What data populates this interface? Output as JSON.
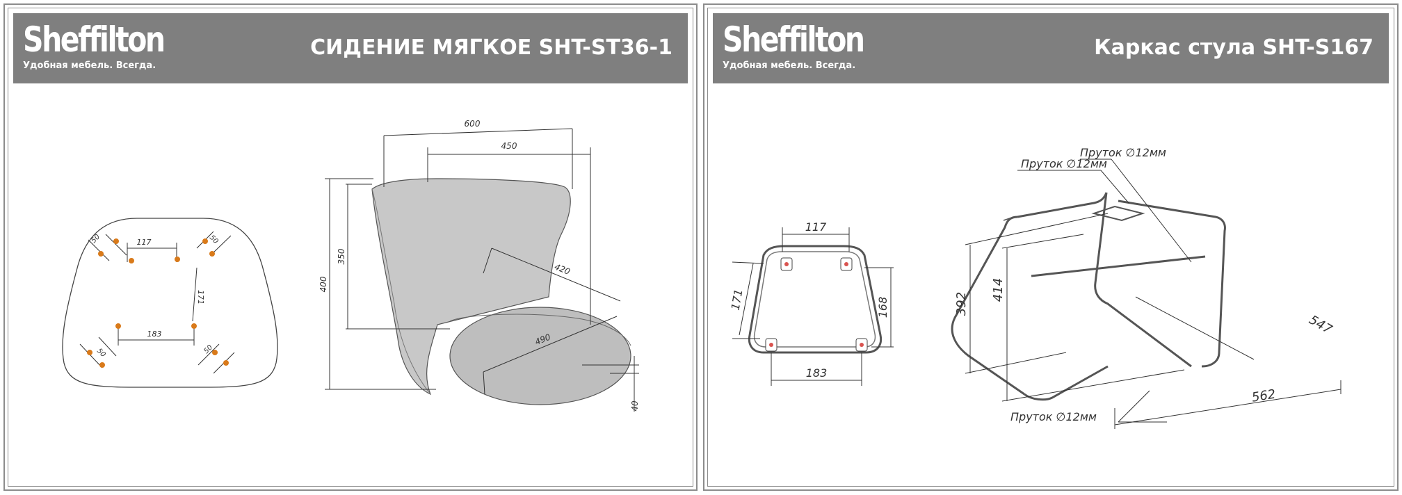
{
  "left_panel": {
    "brand": {
      "name": "Sheffilton",
      "slogan": "Удобная мебель. Всегда."
    },
    "title": "СИДЕНИЕ МЯГКОЕ SHT-ST36-1",
    "dimensions": {
      "top_width": "600",
      "inner_width": "450",
      "total_height": "400",
      "back_height": "350",
      "diagonal_back": "420",
      "seat_depth": "490",
      "seat_thickness": "40"
    },
    "mount_pattern": {
      "top_spacing": "117",
      "side_spacing": "171",
      "bottom_spacing": "183",
      "hole_offset_tl": "50",
      "hole_offset_tr": "50",
      "hole_offset_bl": "50",
      "hole_offset_br": "50"
    }
  },
  "right_panel": {
    "brand": {
      "name": "Sheffilton",
      "slogan": "Удобная мебель. Всегда."
    },
    "title": "Каркас стула  SHT-S167",
    "plate_dimensions": {
      "top": "117",
      "left": "171",
      "right": "168",
      "bottom": "183"
    },
    "frame_dimensions": {
      "height_front": "392",
      "height_back": "414",
      "depth": "547",
      "width": "562"
    },
    "rod_labels": {
      "rod_1": "Пруток ∅12мм",
      "rod_2": "Пруток ∅12мм",
      "rod_3": "Пруток ∅12мм"
    }
  },
  "colors": {
    "header": "#7f7f7f",
    "frame": "#555555",
    "seat": "#c4c4c4",
    "hole": "#d97a1a"
  }
}
